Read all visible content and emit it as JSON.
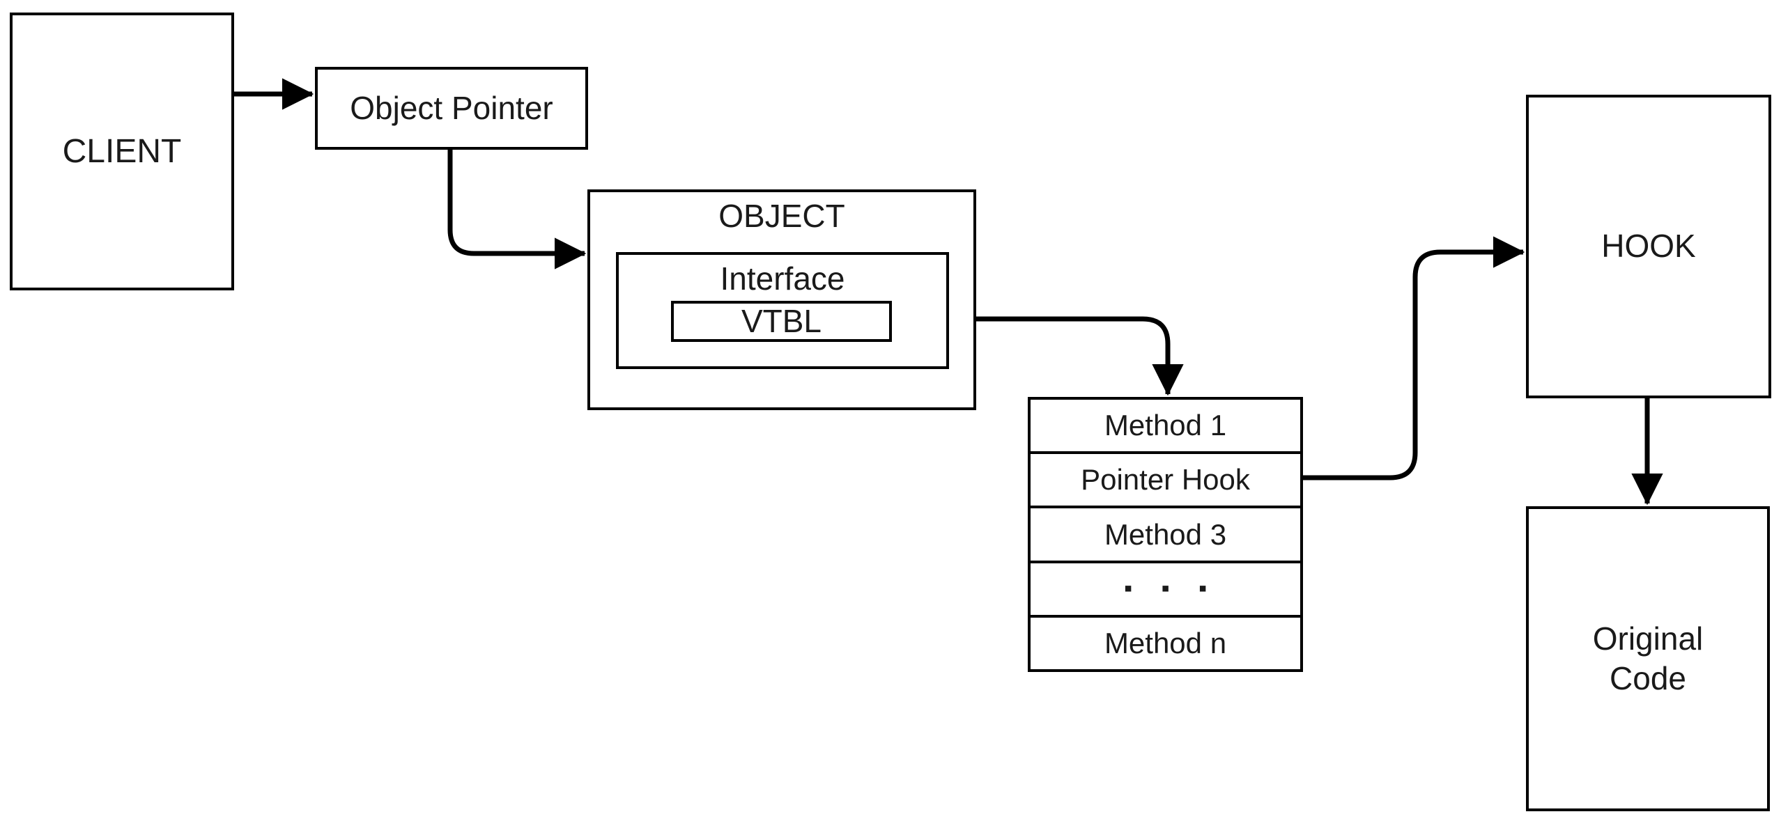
{
  "diagram": {
    "boxes": {
      "client": {
        "label": "CLIENT"
      },
      "object_pointer": {
        "label": "Object Pointer"
      },
      "object": {
        "label": "OBJECT"
      },
      "interface": {
        "label": "Interface"
      },
      "vtbl": {
        "label": "VTBL"
      },
      "hook": {
        "label": "HOOK"
      },
      "original_code": {
        "line1": "Original",
        "line2": "Code"
      }
    },
    "vtable": {
      "rows": [
        "Method 1",
        "Pointer Hook",
        "Method 3",
        "▪ ▪ ▪",
        "Method n"
      ]
    },
    "connections": {
      "client_to_object_pointer": "CLIENT → Object Pointer",
      "object_pointer_to_object": "Object Pointer → OBJECT",
      "vtbl_to_method_table": "VTBL → Method table",
      "pointer_hook_to_hook": "Pointer Hook → HOOK",
      "hook_to_original_code": "HOOK → Original Code"
    },
    "colors": {
      "stroke": "#000000",
      "background": "#ffffff",
      "text": "#1a1a1a"
    }
  }
}
